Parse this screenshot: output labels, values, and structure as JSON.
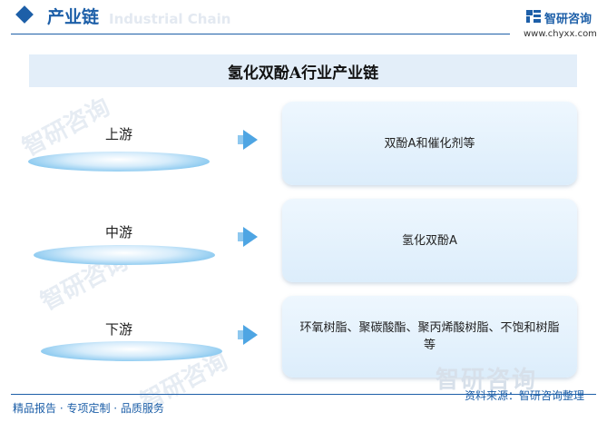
{
  "header": {
    "section_title": "产业链",
    "section_subtitle": "Industrial Chain",
    "brand_name": "智研咨询",
    "brand_url": "www.chyxx.com"
  },
  "title": "氢化双酚A行业产业链",
  "stages": [
    {
      "label": "上游",
      "content": "双酚A和催化剂等"
    },
    {
      "label": "中游",
      "content": "氢化双酚A"
    },
    {
      "label": "下游",
      "content": "环氧树脂、聚碳酸酯、聚丙烯酸树脂、不饱和树脂等"
    }
  ],
  "footer": {
    "left": "精品报告 · 专项定制 · 品质服务",
    "source": "资料来源：智研咨询整理",
    "watermark_brand": "智研咨询"
  },
  "colors": {
    "brand": "#1d5fa8",
    "band": "#e3eef9",
    "arrow": "#4ea5e3",
    "box": "#dcedfb"
  }
}
